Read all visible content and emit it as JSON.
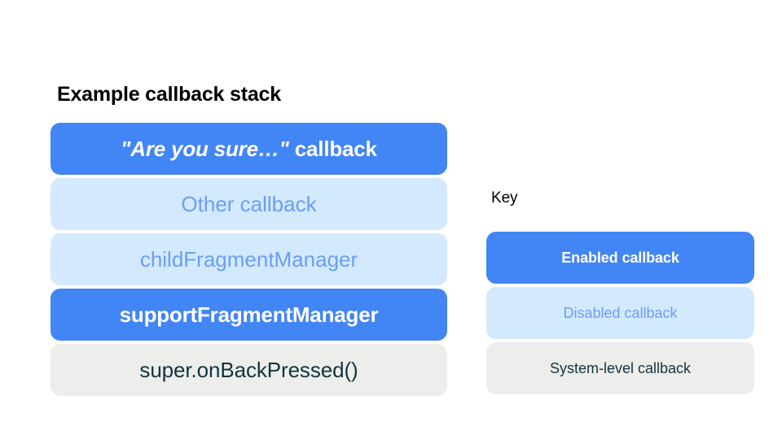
{
  "diagram": {
    "background_color": "#ffffff",
    "palette": {
      "enabled_fill": "#4285f4",
      "enabled_text": "#ffffff",
      "disabled_fill": "#d3e9fd",
      "disabled_text": "#6b9ef7",
      "system_fill": "#ededec",
      "system_text": "#13343f",
      "title_text": "#000000"
    }
  },
  "stack": {
    "title": "Example callback stack",
    "items": [
      {
        "label": "\"Are you sure…\" callback",
        "quoted_part": "\"Are you sure…\"",
        "plain_part": " callback",
        "state": "enabled"
      },
      {
        "label": "Other callback",
        "state": "disabled"
      },
      {
        "label": "childFragmentManager",
        "state": "disabled"
      },
      {
        "label": "supportFragmentManager",
        "state": "enabled"
      },
      {
        "label": "super.onBackPressed()",
        "state": "system"
      }
    ]
  },
  "key": {
    "title": "Key",
    "items": [
      {
        "label": "Enabled callback",
        "state": "enabled"
      },
      {
        "label": "Disabled callback",
        "state": "disabled"
      },
      {
        "label": "System-level callback",
        "state": "system"
      }
    ]
  }
}
